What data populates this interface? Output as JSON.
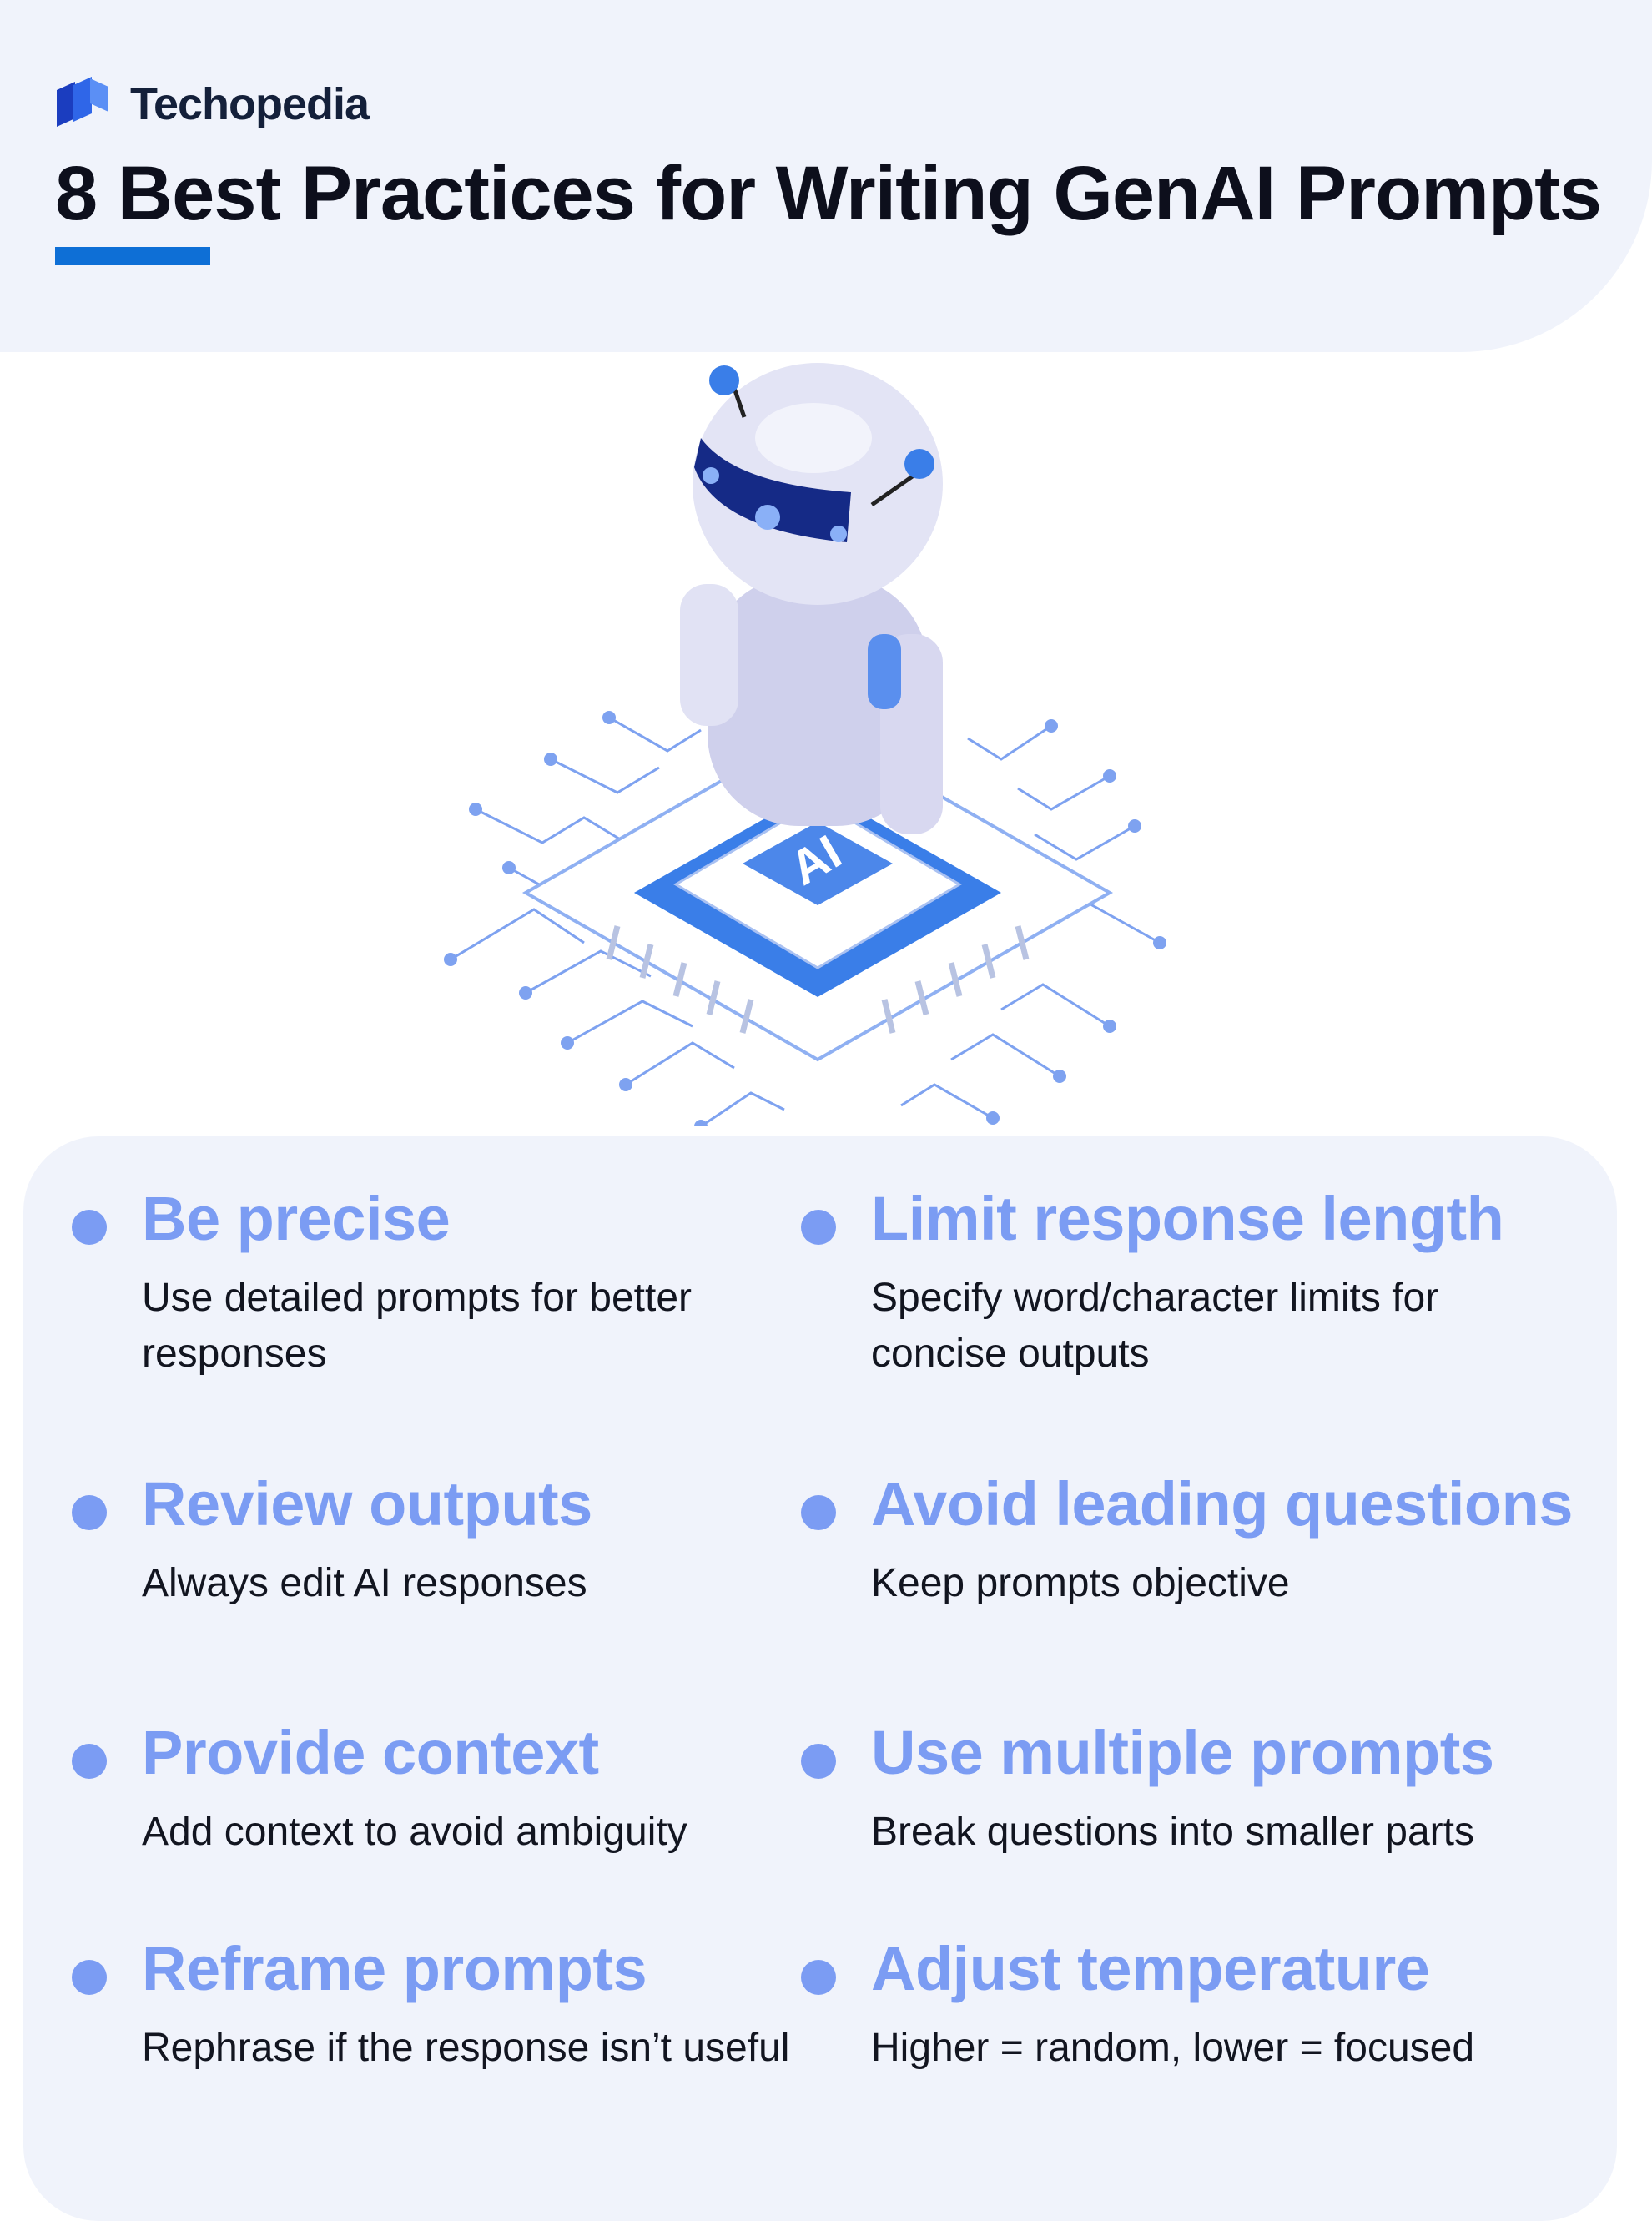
{
  "brand": {
    "name": "Techopedia",
    "accent_color": "#0e6fd6",
    "logo_icon": "techopedia-logo-icon"
  },
  "title": "8 Best Practices for Writing GenAI Prompts",
  "illustration": {
    "icon": "ai-robot-on-chip-illustration",
    "chip_label": "AI"
  },
  "practices": [
    {
      "title": "Be precise",
      "description": "Use detailed prompts for better responses"
    },
    {
      "title": "Limit response length",
      "description": "Specify word/character limits for concise outputs"
    },
    {
      "title": "Review outputs",
      "description": "Always edit AI responses"
    },
    {
      "title": "Avoid leading questions",
      "description": "Keep prompts objective"
    },
    {
      "title": "Provide context",
      "description": "Add context to avoid ambiguity"
    },
    {
      "title": "Use multiple prompts",
      "description": "Break questions into smaller parts"
    },
    {
      "title": "Reframe prompts",
      "description": "Rephrase if the response isn’t useful"
    },
    {
      "title": "Adjust temperature",
      "description": "Higher = random, lower = focused"
    }
  ],
  "colors": {
    "header_bg": "#f0f3fb",
    "panel_bg": "#f0f3fb",
    "item_title": "#7b9cf3",
    "title_text": "#0d0f1c"
  }
}
